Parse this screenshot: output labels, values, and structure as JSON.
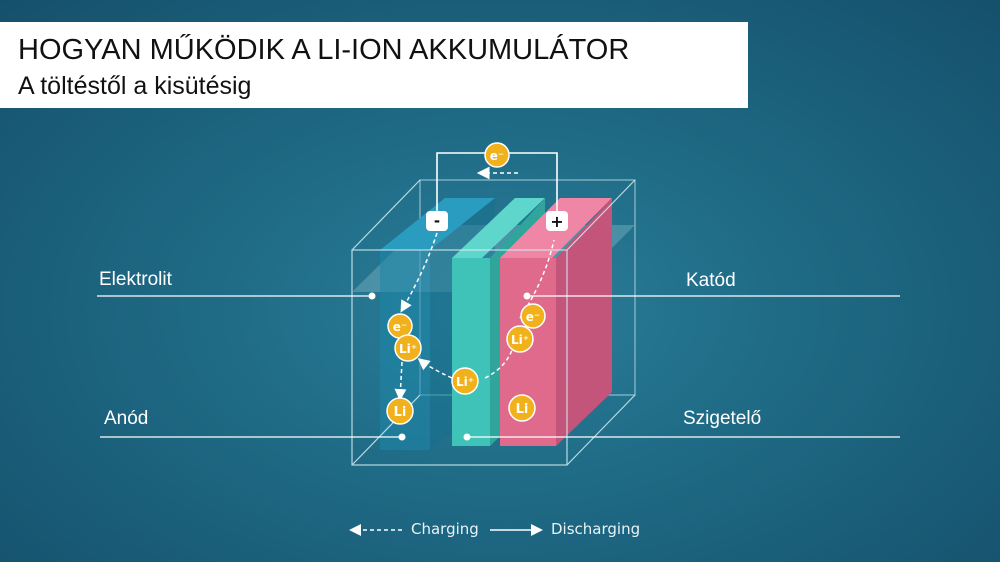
{
  "header": {
    "title": "HOGYAN MŰKÖDIK A LI-ION AKKUMULÁTOR",
    "subtitle": "A töltéstől a kisütésig"
  },
  "labels": {
    "electrolyte": "Elektrolit",
    "cathode": "Katód",
    "anode": "Anód",
    "separator": "Szigetelő"
  },
  "terminals": {
    "negative": "-",
    "positive": "+"
  },
  "particles": {
    "electron": "e⁻",
    "lithium_ion": "Li⁺",
    "lithium": "Li"
  },
  "legend": {
    "charging": "Charging",
    "discharging": "Discharging"
  },
  "colors": {
    "anode": "#1d86a8",
    "separator": "#3fc2b8",
    "cathode": "#e06a8c",
    "badge": "#f0b11c",
    "background": "#1f6b86"
  }
}
